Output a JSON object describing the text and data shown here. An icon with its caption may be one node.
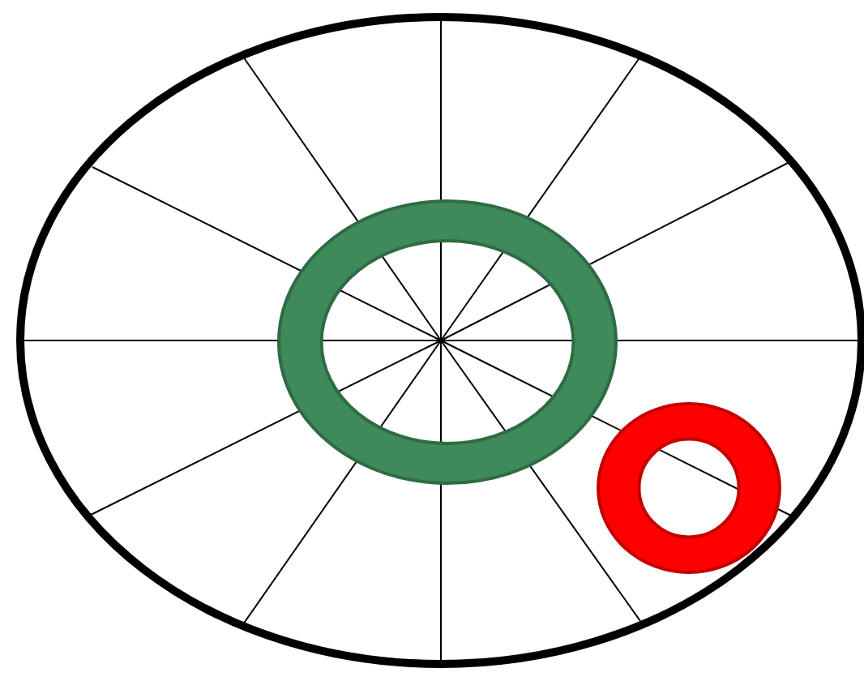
{
  "diagram": {
    "nodes": [
      {
        "text": [],
        "shape": "ellipse"
      },
      {
        "text": [],
        "shape": "ring",
        "in": 0
      },
      {
        "text": [],
        "shape": "ring",
        "in": 0
      }
    ]
  }
}
